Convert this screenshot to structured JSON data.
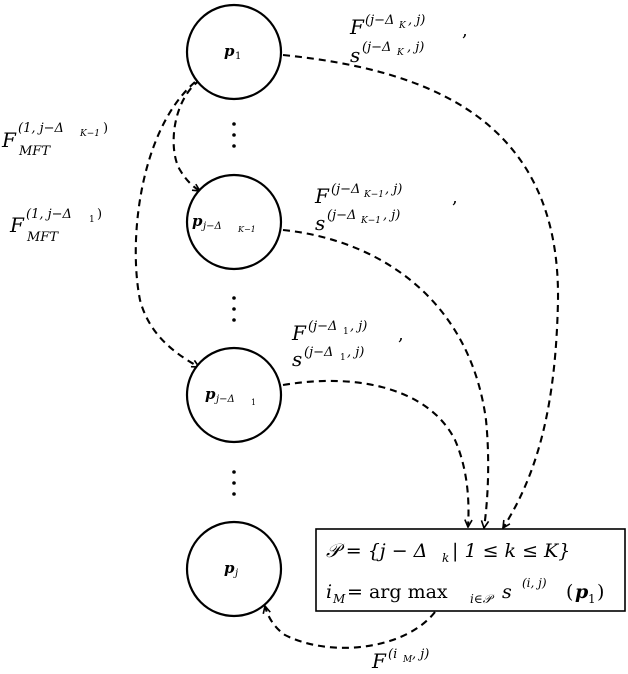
{
  "nodes": {
    "p1": {
      "symbol": "p",
      "sub": "1"
    },
    "pjk1": {
      "symbol": "p",
      "sub": "j−Δ",
      "subsub": "K−1"
    },
    "pj1": {
      "symbol": "p",
      "sub": "j−Δ",
      "subsub": "1"
    },
    "pj": {
      "symbol": "p",
      "sub": "j"
    }
  },
  "edge_labels": {
    "top": {
      "f": "F",
      "f_sup": "(j−Δ",
      "f_sup_sub": "K",
      "f_sup_tail": ", j)",
      "f_end": ",",
      "s": "s",
      "s_sup": "(j−Δ",
      "s_sup_sub": "K",
      "s_sup_tail": ", j)"
    },
    "middle": {
      "f": "F",
      "f_sup": "(j−Δ",
      "f_sup_sub": "K−1",
      "f_sup_tail": ", j)",
      "f_end": ",",
      "s": "s",
      "s_sup": "(j−Δ",
      "s_sup_sub": "K−1",
      "s_sup_tail": ", j)"
    },
    "lower": {
      "f": "F",
      "f_sup": "(j−Δ",
      "f_sup_sub": "1",
      "f_sup_tail": ", j)",
      "f_end": ",",
      "s": "s",
      "s_sup": "(j−Δ",
      "s_sup_sub": "1",
      "s_sup_tail": ", j)"
    },
    "left_outer": {
      "f": "F",
      "sup": "(1, j−Δ",
      "sup_sub": "K−1",
      "sup_tail": ")",
      "sub": "MFT"
    },
    "left_inner": {
      "f": "F",
      "sup": "(1, j−Δ",
      "sup_sub": "1",
      "sup_tail": ")",
      "sub": "MFT"
    },
    "bottom": {
      "f": "F",
      "sup": "(i",
      "sup_sub": "M",
      "sup_tail": ", j)"
    }
  },
  "box": {
    "line1": "𝒫 = {j − Δ",
    "line1_sub": "k",
    "line1_tail": "| 1 ≤ k ≤ K}",
    "line2_a": "i",
    "line2_a_sub": "M",
    "line2_b": " = arg max",
    "line2_b_sub": "i∈𝒫",
    "line2_c": " s",
    "line2_c_sup": "(i, j)",
    "line2_d": "(",
    "line2_p": "p",
    "line2_p_sub": "1",
    "line2_e": ")"
  },
  "ellipsis": "⋮"
}
